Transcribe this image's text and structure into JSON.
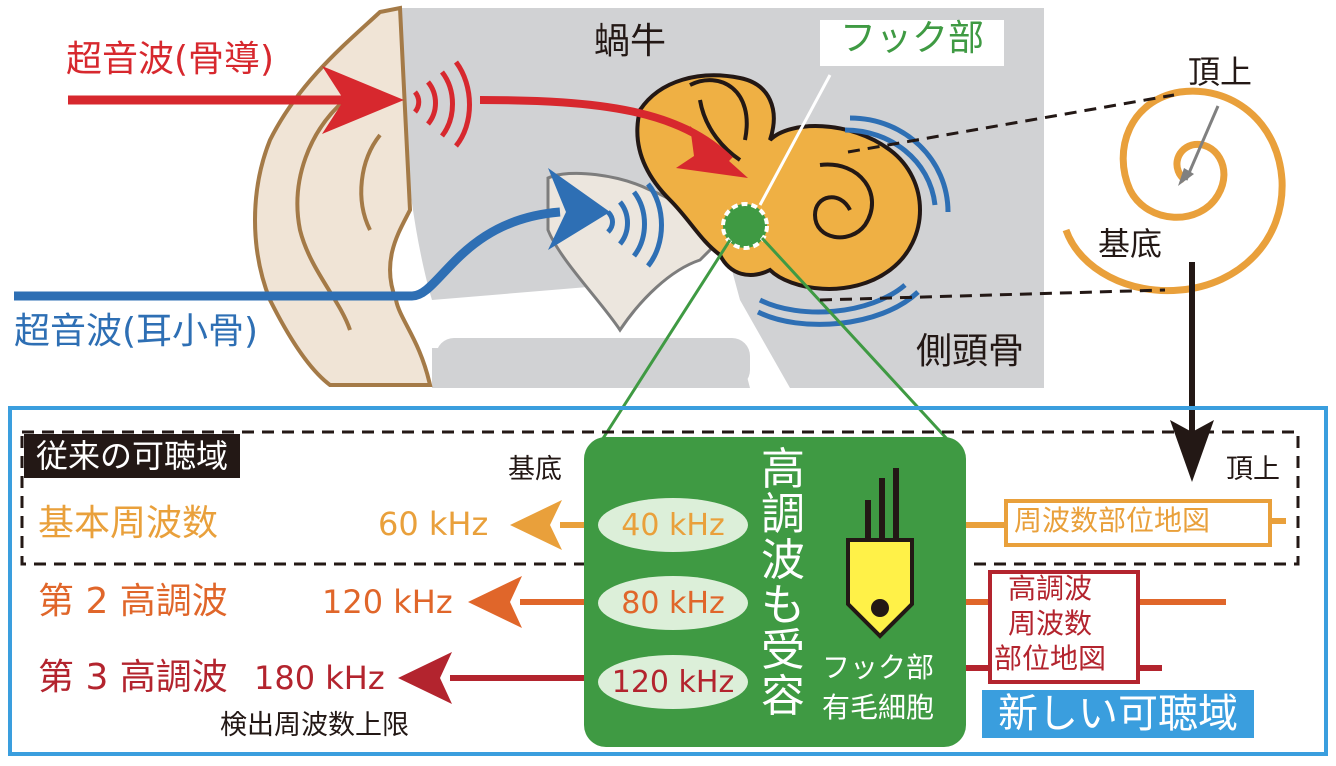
{
  "colors": {
    "red": "#d7282e",
    "blue": "#2e6fb4",
    "green": "#3f9a43",
    "orange": "#e9a03b",
    "darkorange": "#e0662a",
    "darkred": "#b3242e",
    "lightblue": "#3a9ede",
    "gray": "#d1d2d4",
    "skin": "#f0e4d6",
    "skinedge": "#a47a47"
  },
  "top": {
    "ultrasound_bone": "超音波(骨導)",
    "ultrasound_ossicle": "超音波(耳小骨)",
    "cochlea": "蝸牛",
    "hook": "フック部",
    "temporal_bone": "側頭骨",
    "apex": "頂上",
    "base": "基底"
  },
  "legend": {
    "old_range": "従来の可聴域",
    "new_range": "新しい可聴域",
    "base": "基底",
    "apex": "頂上",
    "fundamental": "基本周波数",
    "second_harmonic": "第 2 高調波",
    "third_harmonic": "第 3 高調波",
    "f60": "60 kHz",
    "f120": "120 kHz",
    "f180": "180 kHz",
    "detect_limit": "検出周波数上限",
    "freq_map": "周波数部位地図",
    "harm_map_1": "高調波",
    "harm_map_2": "周波数",
    "harm_map_3": "部位地図"
  },
  "panel": {
    "e40": "40 kHz",
    "e80": "80 kHz",
    "e120": "120 kHz",
    "vertical": [
      "高",
      "調",
      "波",
      "も",
      "受",
      "容"
    ],
    "hair_cell_1": "フック部",
    "hair_cell_2": "有毛細胞"
  }
}
